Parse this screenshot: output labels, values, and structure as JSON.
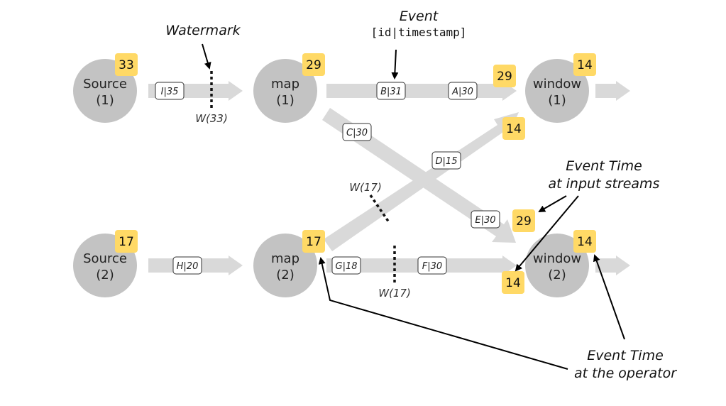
{
  "nodes": {
    "source1": {
      "label": "Source",
      "index": "(1)",
      "event_time": "33"
    },
    "source2": {
      "label": "Source",
      "index": "(2)",
      "event_time": "17"
    },
    "map1": {
      "label": "map",
      "index": "(1)",
      "event_time": "29"
    },
    "map2": {
      "label": "map",
      "index": "(2)",
      "event_time": "17"
    },
    "window1": {
      "label": "window",
      "index": "(1)",
      "event_time": "14",
      "input_times": [
        "29",
        "14"
      ]
    },
    "window2": {
      "label": "window",
      "index": "(2)",
      "event_time": "14",
      "input_times": [
        "29",
        "14"
      ]
    }
  },
  "events": {
    "i35": "I|35",
    "b31": "B|31",
    "a30": "A|30",
    "c30": "C|30",
    "d15": "D|15",
    "e30": "E|30",
    "h20": "H|20",
    "g18": "G|18",
    "f30": "F|30"
  },
  "watermarks": {
    "w33": "W(33)",
    "w17_cross": "W(17)",
    "w17_bottom": "W(17)"
  },
  "annotations": {
    "watermark": "Watermark",
    "event_title": "Event",
    "event_format": "[id|timestamp]",
    "input_time_line1": "Event Time",
    "input_time_line2": "at input streams",
    "operator_time_line1": "Event Time",
    "operator_time_line2": "at the operator"
  },
  "colors": {
    "node": "#c3c3c3",
    "badge": "#ffd966",
    "flow": "#d9d9d9"
  }
}
